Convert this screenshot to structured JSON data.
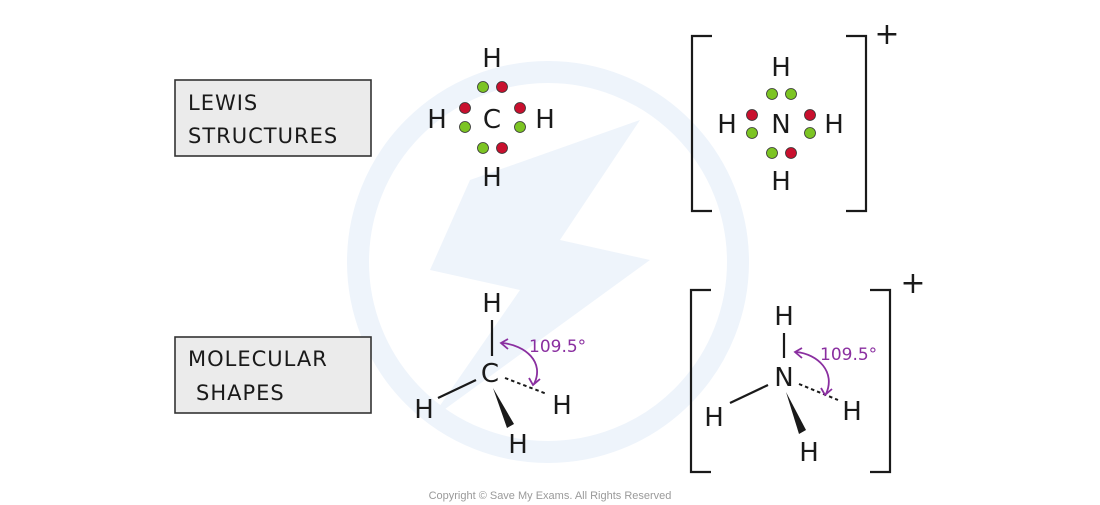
{
  "labels": {
    "lewis_line1": "LEWIS",
    "lewis_line2": "STRUCTURES",
    "shapes_line1": "MOLECULAR",
    "shapes_line2": "SHAPES"
  },
  "methane_lewis": {
    "center": "C",
    "top": "H",
    "bottom": "H",
    "left": "H",
    "right": "H"
  },
  "ammonium_lewis": {
    "center": "N",
    "top": "H",
    "bottom": "H",
    "left": "H",
    "right": "H",
    "charge": "+"
  },
  "methane_shape": {
    "center": "C",
    "top": "H",
    "left": "H",
    "right": "H",
    "bottom": "H",
    "angle": "109.5°"
  },
  "ammonium_shape": {
    "center": "N",
    "top": "H",
    "left": "H",
    "right": "H",
    "bottom": "H",
    "angle": "109.5°",
    "charge": "+"
  },
  "colors": {
    "electron_red": "#c8102e",
    "electron_green": "#7cc423",
    "angle_purple": "#8a2fa0",
    "box_fill": "#ebebeb",
    "watermark": "#eef4fb"
  },
  "copyright": "Copyright © Save My Exams. All Rights Reserved"
}
